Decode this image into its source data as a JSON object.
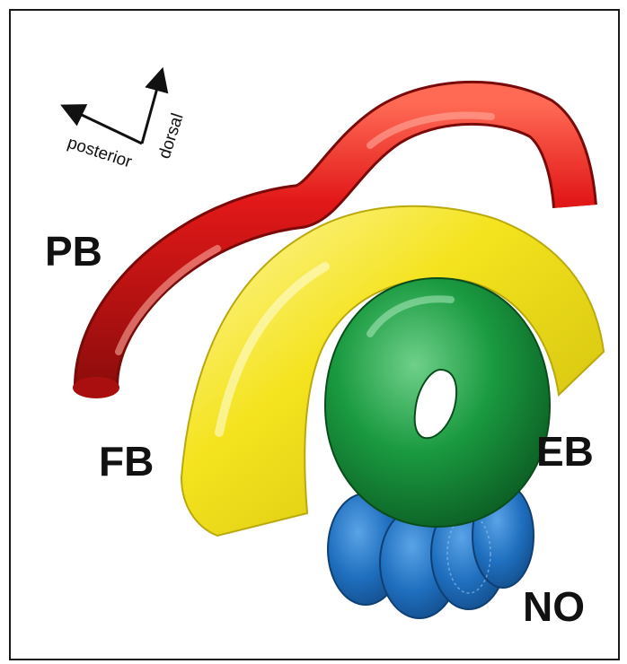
{
  "orientation": {
    "posterior_label": "posterior",
    "dorsal_label": "dorsal"
  },
  "regions": {
    "pb": {
      "label": "PB",
      "color": "#d41414"
    },
    "fb": {
      "label": "FB",
      "color": "#f2e51f"
    },
    "eb": {
      "label": "EB",
      "color": "#17923a"
    },
    "no": {
      "label": "NO",
      "color": "#1f6fbf"
    }
  }
}
